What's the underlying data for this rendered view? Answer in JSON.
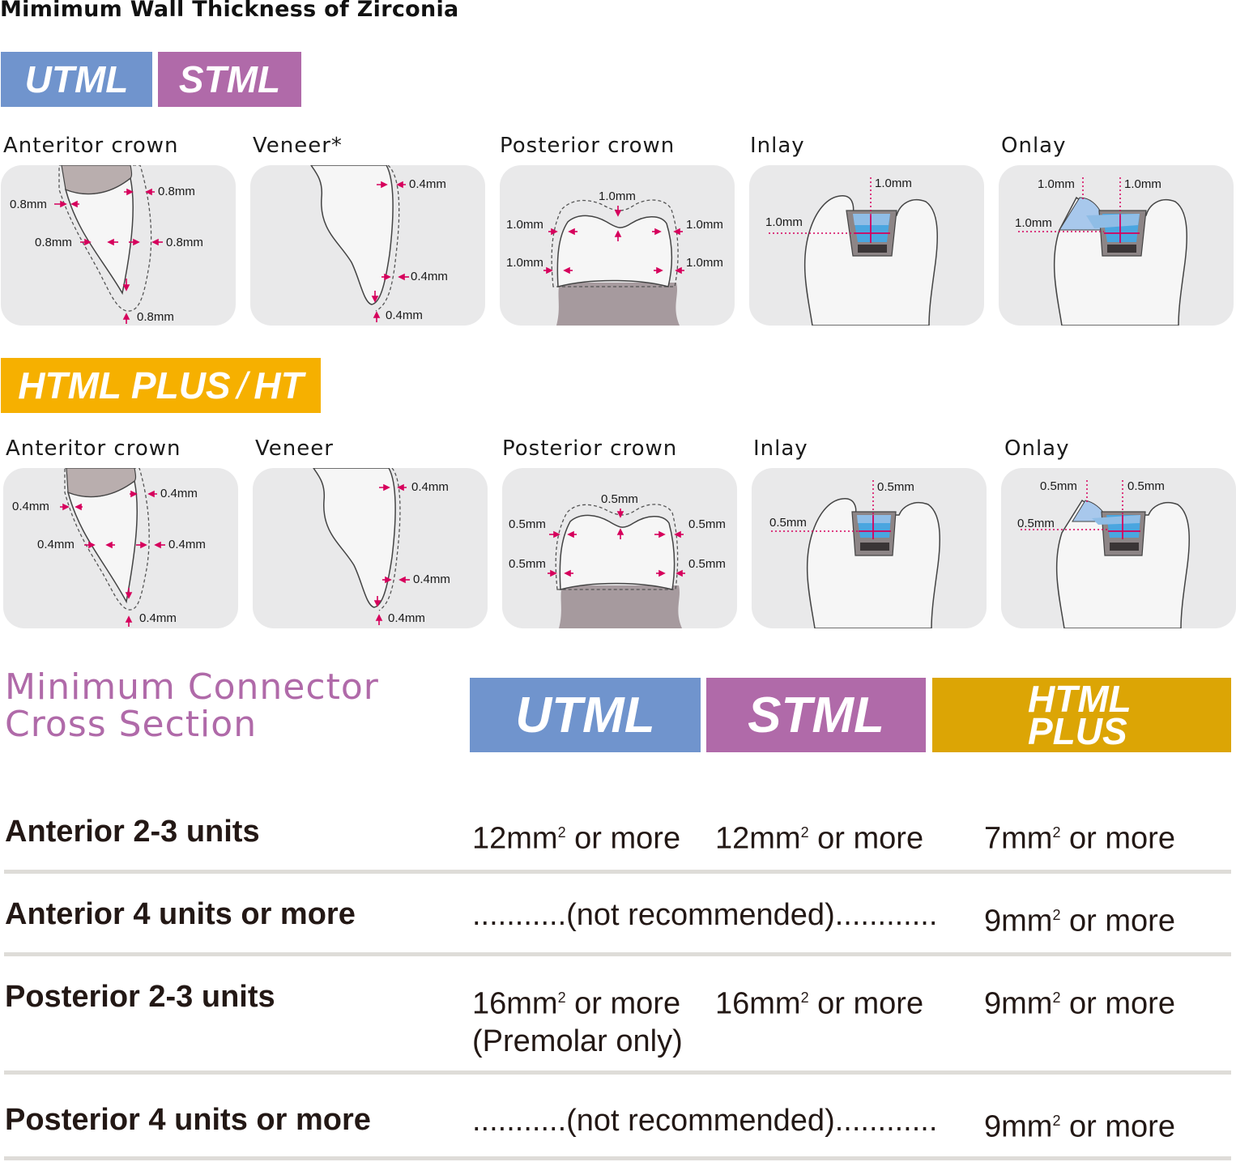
{
  "title": "Mimimum Wall Thickness of Zirconia",
  "colors": {
    "utml": "#7094cd",
    "stml": "#b06aa9",
    "html_plus_ht": "#f6b000",
    "html_plus": "#dca505",
    "measure_arrow": "#d6005c",
    "panel_bg": "#e9e9ea",
    "section_title": "#b06aa9"
  },
  "group1": {
    "badges": [
      "UTML",
      "STML"
    ],
    "panels": [
      {
        "caption": "Anteritor crown",
        "labels": [
          "0.8mm",
          "0.8mm",
          "0.8mm",
          "0.8mm",
          "0.8mm"
        ]
      },
      {
        "caption": "Veneer*",
        "labels": [
          "0.4mm",
          "0.4mm",
          "0.4mm"
        ]
      },
      {
        "caption": "Posterior crown",
        "labels": [
          "1.0mm",
          "1.0mm",
          "1.0mm",
          "1.0mm",
          "1.0mm"
        ]
      },
      {
        "caption": "Inlay",
        "labels": [
          "1.0mm",
          "1.0mm"
        ]
      },
      {
        "caption": "Onlay",
        "labels": [
          "1.0mm",
          "1.0mm",
          "1.0mm"
        ]
      }
    ]
  },
  "group2": {
    "badge_main": "HTML PLUS",
    "badge_sep": "/",
    "badge_tail": "HT",
    "panels": [
      {
        "caption": "Anteritor crown",
        "labels": [
          "0.4mm",
          "0.4mm",
          "0.4mm",
          "0.4mm",
          "0.4mm"
        ]
      },
      {
        "caption": "Veneer",
        "labels": [
          "0.4mm",
          "0.4mm",
          "0.4mm"
        ]
      },
      {
        "caption": "Posterior crown",
        "labels": [
          "0.5mm",
          "0.5mm",
          "0.5mm",
          "0.5mm",
          "0.5mm"
        ]
      },
      {
        "caption": "Inlay",
        "labels": [
          "0.5mm",
          "0.5mm"
        ]
      },
      {
        "caption": "Onlay",
        "labels": [
          "0.5mm",
          "0.5mm",
          "0.5mm"
        ]
      }
    ]
  },
  "connector": {
    "title_line1": "Minimum Connector",
    "title_line2": "Cross Section",
    "headers": [
      "UTML",
      "STML",
      "HTML",
      "PLUS"
    ],
    "rows": [
      {
        "label": "Anterior 2-3 units",
        "utml": "12mm",
        "utml_sup": "2",
        "utml_tail": " or more",
        "stml": "12mm",
        "stml_sup": "2",
        "stml_tail": " or more",
        "html": "7mm",
        "html_sup": "2",
        "html_tail": " or more"
      },
      {
        "label": "Anterior 4 units or more",
        "span": "...........(not recommended)............",
        "html": "9mm",
        "html_sup": "2",
        "html_tail": " or more"
      },
      {
        "label": "Posterior 2-3 units",
        "utml": "16mm",
        "utml_sup": "2",
        "utml_tail": " or more",
        "utml_note": "(Premolar only)",
        "stml": "16mm",
        "stml_sup": "2",
        "stml_tail": " or more",
        "html": "9mm",
        "html_sup": "2",
        "html_tail": " or more"
      },
      {
        "label": "Posterior 4 units or more",
        "span": "...........(not recommended)............",
        "html": "9mm",
        "html_sup": "2",
        "html_tail": " or more"
      }
    ]
  }
}
